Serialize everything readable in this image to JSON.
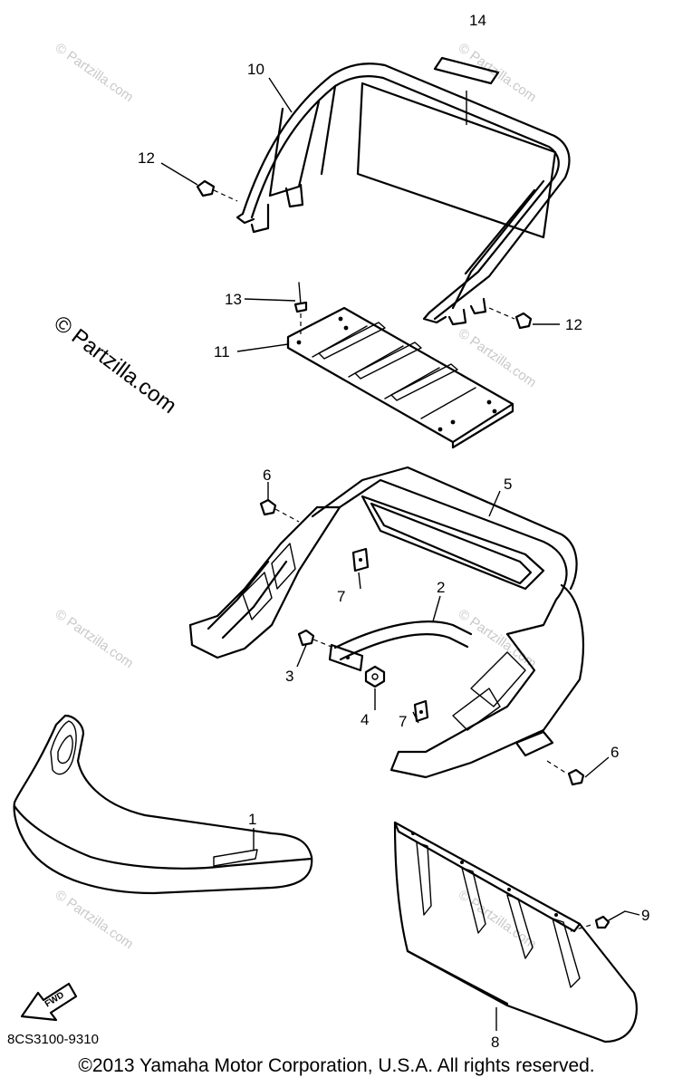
{
  "callouts": {
    "c1": "1",
    "c2": "2",
    "c3": "3",
    "c4": "4",
    "c5": "5",
    "c6a": "6",
    "c6b": "6",
    "c7a": "7",
    "c7b": "7",
    "c8": "8",
    "c9": "9",
    "c10": "10",
    "c11": "11",
    "c12a": "12",
    "c12b": "12",
    "c13": "13",
    "c14": "14"
  },
  "watermark": {
    "main": "© Partzilla.com",
    "tile": "© Partzilla.com"
  },
  "diagram_code": "8CS3100-9310",
  "fwd_label": "FWD",
  "copyright": "©2013 Yamaha Motor Corporation, U.S.A. All rights reserved.",
  "colors": {
    "ink": "#000000",
    "watermark": "#c9c9c9",
    "background": "#ffffff"
  }
}
